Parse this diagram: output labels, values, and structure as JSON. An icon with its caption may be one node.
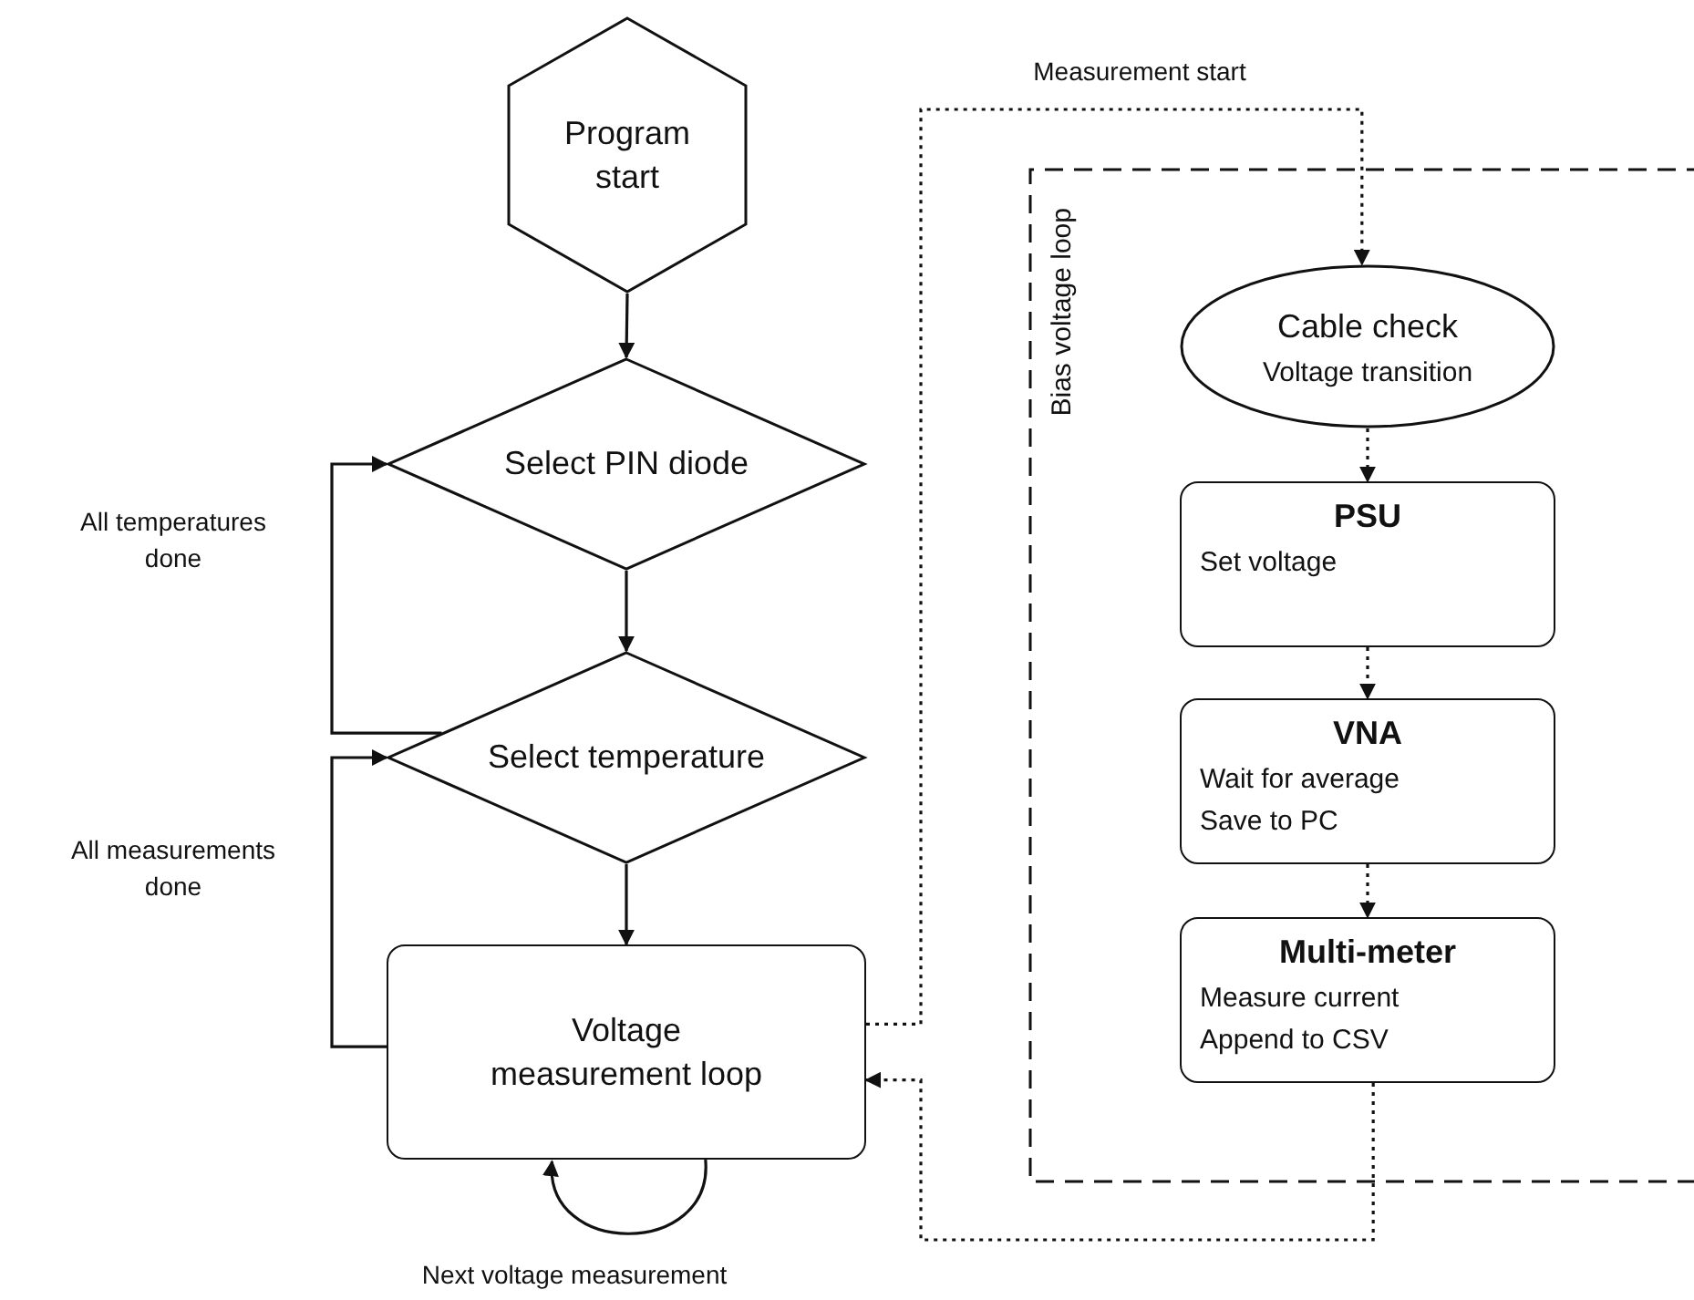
{
  "diagram": {
    "nodes": [
      {
        "text": [
          "Program start"
        ]
      },
      {
        "text": [
          "Select PIN diode"
        ]
      },
      {
        "text": [
          "Select temperature"
        ]
      },
      {
        "text": [
          "Voltage measurement loop"
        ]
      },
      {
        "text": [
          "Bias voltage loop"
        ]
      },
      {
        "text": [
          "Cable check",
          "Voltage transition"
        ],
        "in": 4
      },
      {
        "text": [
          "PSU",
          "Set voltage"
        ],
        "in": 4
      },
      {
        "text": [
          "VNA",
          "Wait for average",
          "Save to PC"
        ],
        "in": 4
      },
      {
        "text": [
          "Multi-meter",
          "Measure current",
          "Append to CSV"
        ],
        "in": 4
      }
    ],
    "edges": [
      {
        "from": 0,
        "to": 1,
        "arrow": "to"
      },
      {
        "from": 1,
        "to": 2,
        "arrow": "to"
      },
      {
        "from": 2,
        "to": 1,
        "arrow": "to",
        "label": "All temperatures done"
      },
      {
        "from": 2,
        "to": 3,
        "arrow": "to"
      },
      {
        "from": 3,
        "to": 2,
        "arrow": "to",
        "label": "All measurements done"
      },
      {
        "from": 3,
        "to": 3,
        "arrow": "to",
        "label": "Next voltage measurement"
      },
      {
        "from": 3,
        "to": 5,
        "arrow": "to",
        "style": "dashed",
        "label": "Measurement start"
      },
      {
        "from": 5,
        "to": 6,
        "arrow": "to",
        "style": "dashed"
      },
      {
        "from": 6,
        "to": 7,
        "arrow": "to",
        "style": "dashed"
      },
      {
        "from": 7,
        "to": 8,
        "arrow": "to",
        "style": "dashed"
      },
      {
        "from": 8,
        "to": 3,
        "arrow": "to",
        "style": "dashed"
      }
    ]
  }
}
